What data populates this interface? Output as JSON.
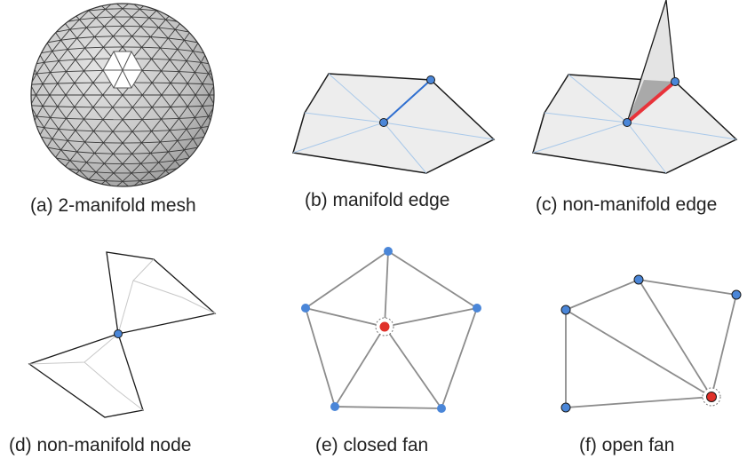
{
  "captions": {
    "a": "(a) 2-manifold mesh",
    "b": "(b) manifold edge",
    "c": "(c) non-manifold edge",
    "d": "(d) non-manifold node",
    "e": "(e) closed fan",
    "f": "(f) open fan"
  },
  "colors": {
    "face_fill": "#ededed",
    "outline": "#1a1a1a",
    "inner_edge": "#a9c9ea",
    "node_blue": "#4a86d8",
    "node_red": "#e0312a",
    "highlight_edge": "#e8333a",
    "fan_edge": "#8c8c8c",
    "sphere_fill": "#c9c9c9"
  }
}
